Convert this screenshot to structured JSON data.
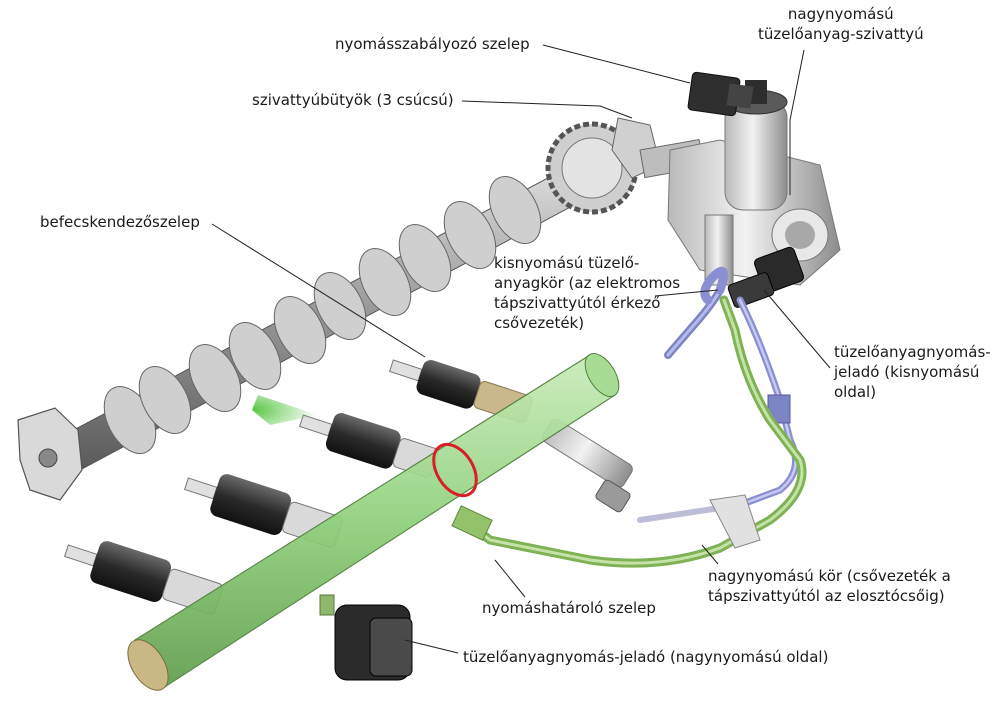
{
  "labels": {
    "pressure_regulator": "nyomásszabályozó szelep",
    "high_pressure_pump": [
      "nagynyomású",
      "tüzelőanyag-szivattyú"
    ],
    "pump_cams": "szivattyúbütyök (3 csúcsú)",
    "injector": "befecskendezőszelep",
    "low_pressure_circuit": [
      "kisnyomású tüzelő-",
      "anyagkör (az elektromos",
      "tápszivattyútól érkező",
      "csővezeték)"
    ],
    "sensor_low": [
      "tüzelőanyagnyomás-",
      "jeladó (kisnyomású",
      "oldal)"
    ],
    "high_pressure_circuit": [
      "nagynyomású kör (csővezeték a",
      "tápszivattyútól az elosztócsőig)"
    ],
    "pressure_limiter": "nyomáshatároló szelep",
    "sensor_high": "tüzelőanyagnyomás-jeladó (nagynyomású oldal)"
  },
  "colors": {
    "rail_green": "#8fd07a",
    "pipe_green": "#9ccc6e",
    "pipe_blue": "#9aa0d8",
    "highlight_red": "#d81f26",
    "spray_green": "#4fc23a"
  }
}
